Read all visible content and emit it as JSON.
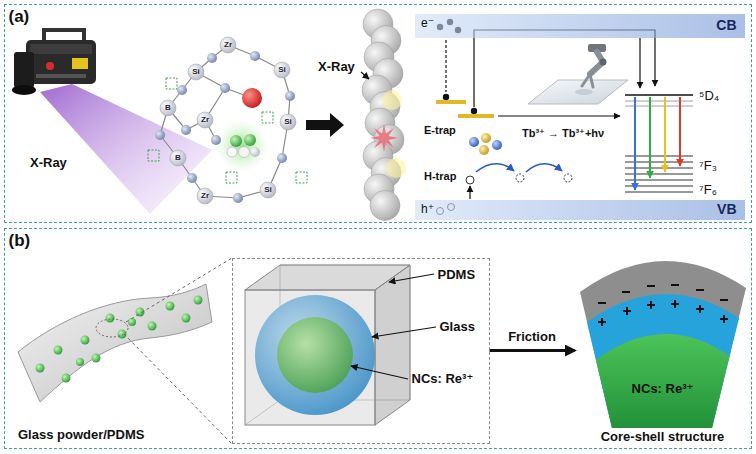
{
  "diagram": {
    "nodes": [
      {
        "text": [
          "(a)"
        ]
      },
      {
        "text": [
          "CB"
        ],
        "in": 0
      },
      {
        "text": [
          "VB"
        ],
        "in": 0
      },
      {
        "text": [
          "(b)"
        ]
      },
      {
        "text": [
          "PDMS",
          "Glass",
          "NCs: Re³⁺"
        ],
        "in": 3
      },
      {
        "text": [
          "NCs: Re³⁺",
          "Core-shell structure"
        ],
        "in": 3
      }
    ],
    "edges": [
      {
        "from": 4,
        "to": 5,
        "arrow": "to",
        "label": "Friction"
      }
    ],
    "labels": [
      "X-Ray",
      "Zr",
      "Si",
      "Si",
      "B",
      "Si",
      "B",
      "Zr",
      "Si",
      "Zr",
      "X-Ray",
      "e⁻",
      "E-trap",
      "H-trap",
      "h⁺",
      "Tb³⁺ → Tb³⁺+hν",
      "⁵D₄",
      "⁷F₃",
      "⁷F₆",
      "Glass powder/PDMS"
    ]
  }
}
